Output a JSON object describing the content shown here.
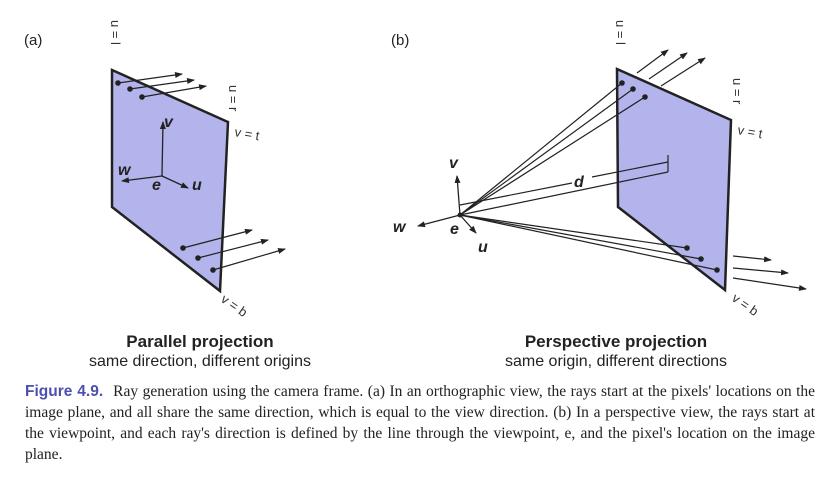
{
  "panel_a": {
    "tag": "(a)",
    "labels": {
      "u_left": "u = l",
      "u_right": "u = r",
      "v_top": "v = t",
      "v_bottom": "v = b"
    },
    "axes": {
      "v": "v",
      "w": "w",
      "e": "e",
      "u": "u"
    },
    "title": "Parallel projection",
    "subtitle": "same direction, different origins"
  },
  "panel_b": {
    "tag": "(b)",
    "labels": {
      "u_left": "u = l",
      "u_right": "u = r",
      "v_top": "v = t",
      "v_bottom": "v = b",
      "d": "d"
    },
    "axes": {
      "v": "v",
      "w": "w",
      "e": "e",
      "u": "u"
    },
    "title": "Perspective projection",
    "subtitle": "same origin, different directions"
  },
  "caption": {
    "figure_label": "Figure 4.9.",
    "text": "Ray generation using the camera frame. (a) In an orthographic view, the rays start at the pixels' locations on the image plane, and all share the same direction, which is equal to the view direction. (b) In a perspective view, the rays start at the viewpoint, and each ray's direction is defined by the line through the viewpoint, e, and the pixel's location on the image plane."
  },
  "colors": {
    "plane_fill": "#b4b4ec",
    "figure_label": "#4b4fb0",
    "stroke": "#222222"
  }
}
